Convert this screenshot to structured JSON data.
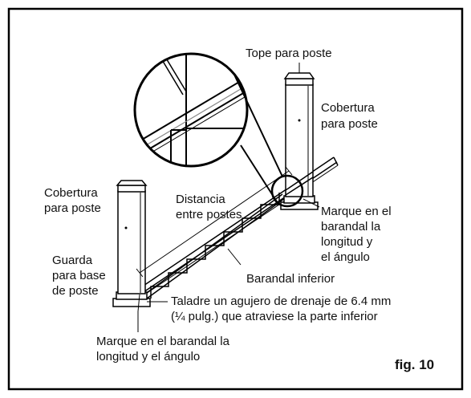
{
  "labels": {
    "post_cap": "Tope para poste",
    "post_cover_right": [
      "Cobertura",
      "para poste"
    ],
    "post_cover_left": [
      "Cobertura",
      "para poste"
    ],
    "distance": [
      "Distancia",
      "entre postes"
    ],
    "mark_right": [
      "Marque en el",
      "barandal la",
      "longitud y",
      "el ángulo"
    ],
    "base_guard": [
      "Guarda",
      "para base",
      "de poste"
    ],
    "bottom_rail": "Barandal inferior",
    "drill": [
      "Taladre un agujero de drenaje de 6.4 mm",
      "(¼ pulg.) que atraviese la parte inferior"
    ],
    "mark_left": [
      "Marque en el barandal la",
      "longitud y el ángulo"
    ],
    "figure": "fig. 10"
  }
}
